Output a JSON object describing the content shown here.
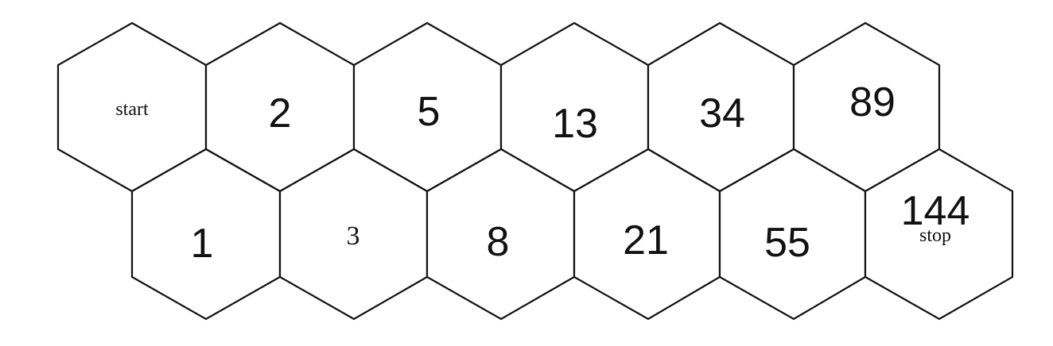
{
  "diagram": {
    "stroke_color": "#111111",
    "fill_color": "#ffffff",
    "top_row": [
      {
        "id": "start",
        "label": "start"
      },
      {
        "id": "2",
        "label": "2"
      },
      {
        "id": "5",
        "label": "5"
      },
      {
        "id": "13",
        "label": "13"
      },
      {
        "id": "34",
        "label": "34"
      },
      {
        "id": "89",
        "label": "89"
      }
    ],
    "bottom_row": [
      {
        "id": "1",
        "label": "1"
      },
      {
        "id": "3",
        "label": "3"
      },
      {
        "id": "8",
        "label": "8"
      },
      {
        "id": "21",
        "label": "21"
      },
      {
        "id": "55",
        "label": "55"
      },
      {
        "id": "144",
        "label": "144",
        "sublabel": "stop"
      }
    ]
  }
}
